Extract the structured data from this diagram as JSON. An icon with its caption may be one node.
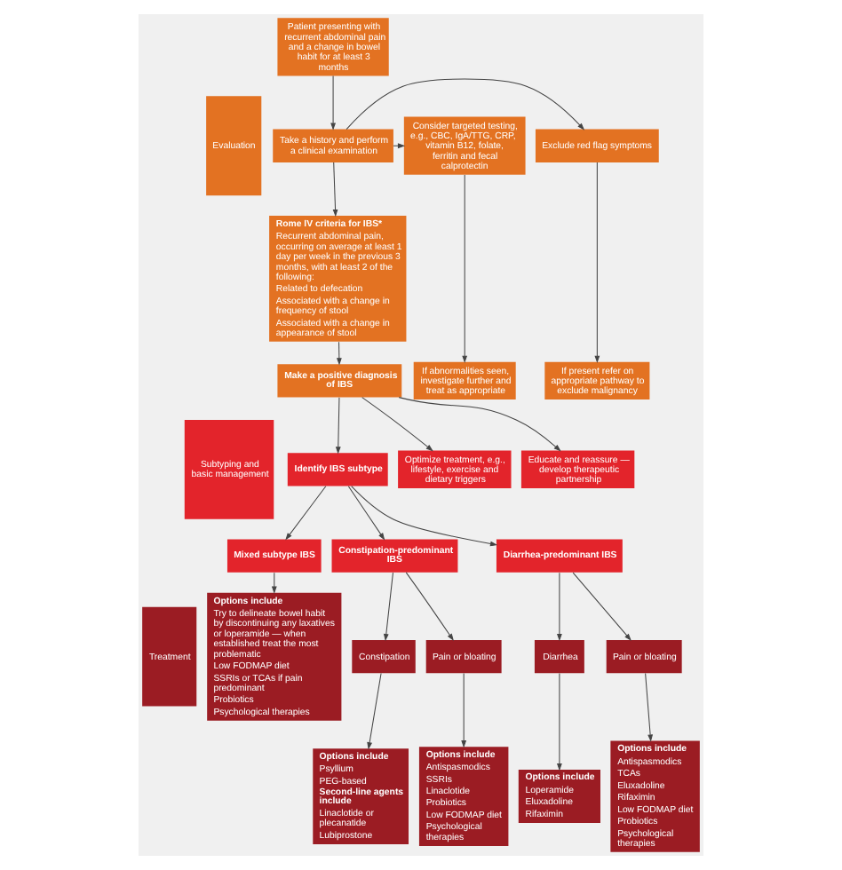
{
  "diagram": {
    "nodes": [
      {
        "text": [
          "Evaluation"
        ]
      },
      {
        "text": [
          "Patient presenting with recurrent abdominal pain and a change in bowel habit for at least 3 months"
        ]
      },
      {
        "text": [
          "Exclude red flag symptoms"
        ]
      },
      {
        "text": [
          "Take a history and perform a clinical examination"
        ]
      },
      {
        "text": [
          "Consider targeted testing, e.g., CBC, IgA/TTG, CRP, vitamin B12, folate, ferritin and fecal calprotectin"
        ]
      },
      {
        "text": [
          "Rome IV criteria for IBS*",
          "Recurrent abdominal pain, occurring on average at least 1 day per week in the previous 3 months, with at least 2 of the following:",
          "Related to defecation",
          "Associated with a change in frequency of stool",
          "Associated with a change in appearance of stool"
        ]
      },
      {
        "text": [
          "If present refer on appropriate pathway to exclude malignancy"
        ]
      },
      {
        "text": [
          "Make a positive diagnosis of IBS"
        ]
      },
      {
        "text": [
          "If abnormalities seen, investigate further and treat as appropriate"
        ]
      },
      {
        "text": [
          "Subtyping and basic management"
        ]
      },
      {
        "text": [
          "Educate and reassure — develop therapeutic partnership"
        ]
      },
      {
        "text": [
          "Identify IBS subtype"
        ]
      },
      {
        "text": [
          "Optimize treatment, e.g., lifestyle, exercise and dietary triggers"
        ]
      },
      {
        "text": [
          "Diarrhea-predominant IBS"
        ]
      },
      {
        "text": [
          "Mixed subtype IBS"
        ]
      },
      {
        "text": [
          "Constipation-predominant IBS"
        ]
      },
      {
        "text": [
          "Treatment"
        ]
      },
      {
        "text": [
          "Diarrhea"
        ]
      },
      {
        "text": [
          "Pain or bloating"
        ]
      },
      {
        "text": [
          "Options include",
          "Try to delineate bowel habit by discontinuing any laxatives or loperamide — when established treat the most problematic",
          "Low FODMAP diet",
          "SSRIs or TCAs if pain predominant",
          "Probiotics",
          "Psychological therapies"
        ]
      },
      {
        "text": [
          "Constipation"
        ]
      },
      {
        "text": [
          "Pain or bloating"
        ]
      },
      {
        "text": [
          "Options include",
          "Loperamide",
          "Eluxadoline",
          "Rifaximin"
        ]
      },
      {
        "text": [
          "Options include",
          "Antispasmodics",
          "TCAs",
          "Eluxadoline",
          "Rifaximin",
          "Low FODMAP diet",
          "Probiotics",
          "Psychological therapies"
        ]
      },
      {
        "text": [
          "Options include",
          "Psyllium",
          "PEG-based",
          "Second-line agents include",
          "Linaclotide or plecanatide",
          "Lubiprostone"
        ]
      },
      {
        "text": [
          "Options include",
          "Antispasmodics",
          "SSRIs",
          "Linaclotide",
          "Probiotics",
          "Low FODMAP diet",
          "Psychological therapies"
        ]
      }
    ],
    "edges": [
      {
        "from": 1,
        "to": 3,
        "arrow": "to"
      },
      {
        "from": 3,
        "to": 2,
        "arrow": "to"
      },
      {
        "from": 3,
        "to": 4,
        "arrow": "to"
      },
      {
        "from": 3,
        "to": 5,
        "arrow": "to"
      },
      {
        "from": 2,
        "to": 6,
        "arrow": "to"
      },
      {
        "from": 4,
        "to": 8,
        "arrow": "to"
      },
      {
        "from": 5,
        "to": 7,
        "arrow": "to"
      },
      {
        "from": 7,
        "to": 10,
        "arrow": "to"
      },
      {
        "from": 7,
        "to": 11,
        "arrow": "to"
      },
      {
        "from": 7,
        "to": 12,
        "arrow": "to"
      },
      {
        "from": 11,
        "to": 13,
        "arrow": "to"
      },
      {
        "from": 11,
        "to": 14,
        "arrow": "to"
      },
      {
        "from": 11,
        "to": 15,
        "arrow": "to"
      },
      {
        "from": 13,
        "to": 17,
        "arrow": "to"
      },
      {
        "from": 13,
        "to": 18,
        "arrow": "to"
      },
      {
        "from": 14,
        "to": 19,
        "arrow": "to"
      },
      {
        "from": 15,
        "to": 20,
        "arrow": "to"
      },
      {
        "from": 15,
        "to": 21,
        "arrow": "to"
      },
      {
        "from": 17,
        "to": 22,
        "arrow": "to"
      },
      {
        "from": 18,
        "to": 23,
        "arrow": "to"
      },
      {
        "from": 20,
        "to": 24,
        "arrow": "to"
      },
      {
        "from": 21,
        "to": 25,
        "arrow": "to"
      }
    ]
  }
}
